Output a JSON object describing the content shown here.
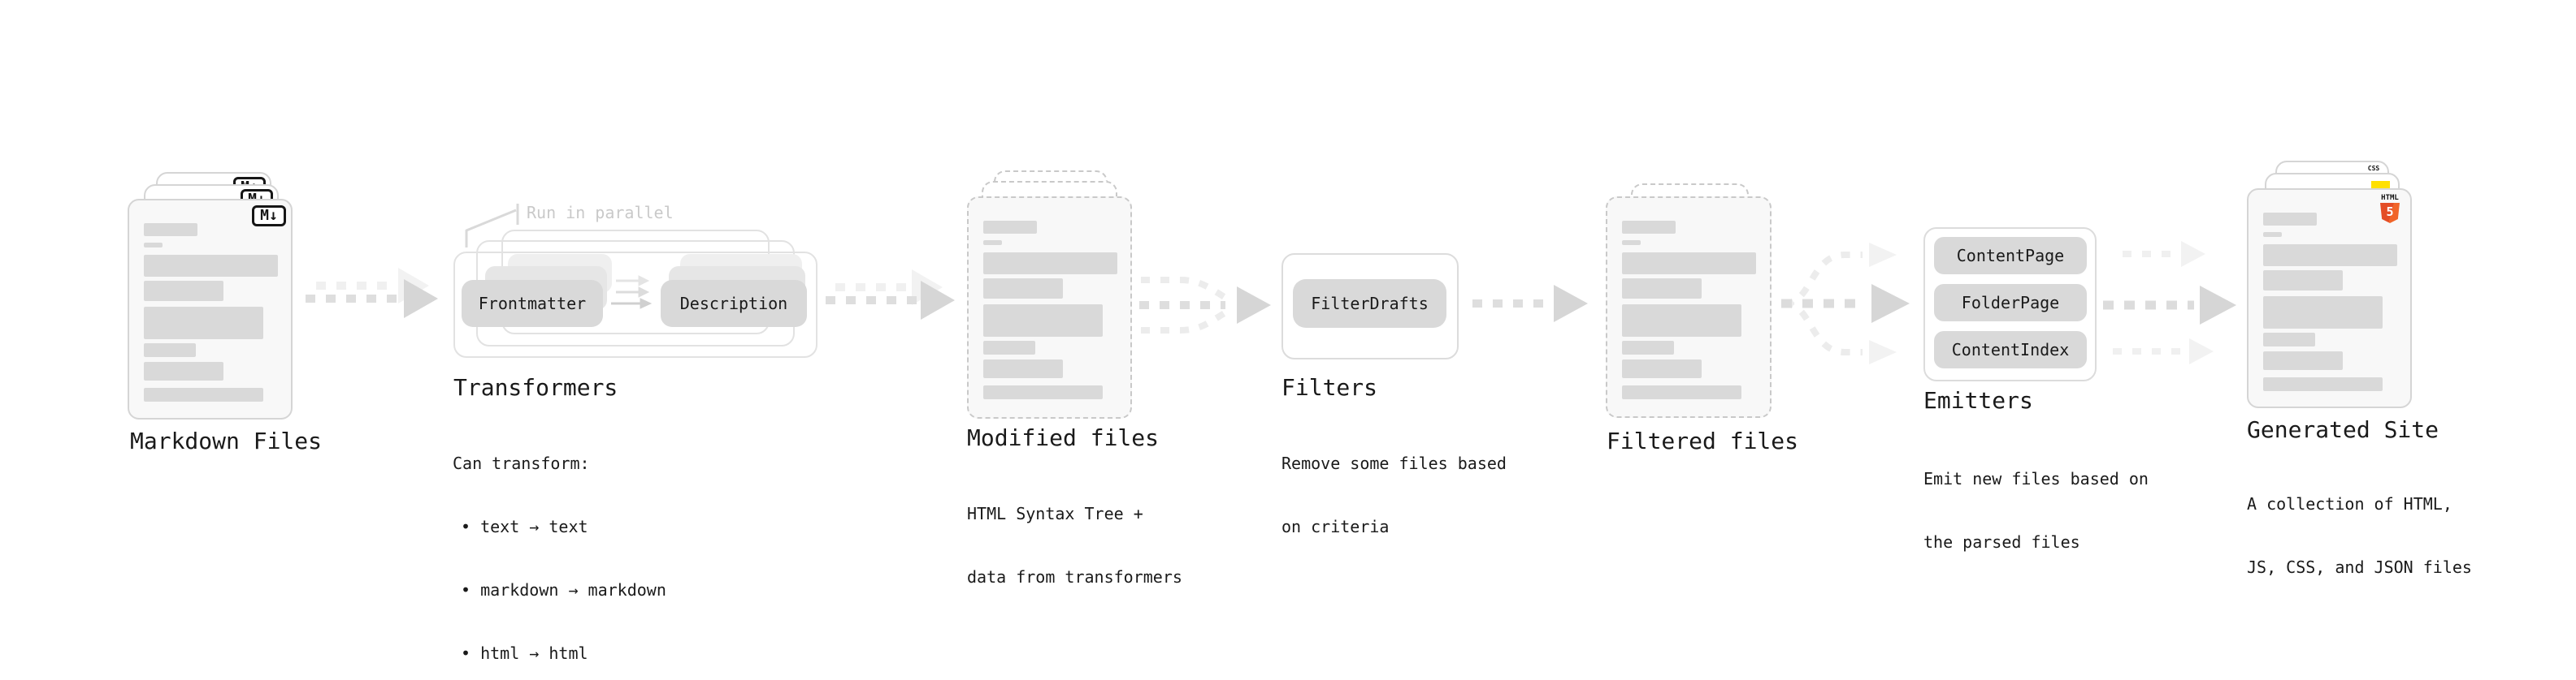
{
  "colors": {
    "background": "#ffffff",
    "card_fill": "#f8f8f8",
    "card_border": "#d5d5d5",
    "dashed_border": "#c9c9c9",
    "placeholder_bar": "#d9d9d9",
    "chip_fill": "#d9d9d9",
    "panel_border": "#dcdcdc",
    "arrow_main": "#d9d9d9",
    "arrow_light": "#f0f0f0",
    "text": "#1a1a1a",
    "annotation_muted": "#c9c9c9",
    "markdown_icon_ink": "#161616",
    "html5_orange": "#e44d26",
    "js_yellow": "#ffe000",
    "css_blue": "#2f6df0"
  },
  "icons": {
    "markdown_badge": "M↓",
    "html5_wordmark": "HTML",
    "html5_numeral": "5",
    "css_wordmark": "CSS"
  },
  "stages": {
    "markdown": {
      "label": "Markdown Files"
    },
    "transformers": {
      "label": "Transformers",
      "annotation": "Run in parallel",
      "chips": {
        "frontmatter": "Frontmatter",
        "description": "Description"
      },
      "desc_heading": "Can transform:",
      "bullets": {
        "b1": "• text → text",
        "b2": "• markdown → markdown",
        "b3": "• html → html"
      }
    },
    "modified": {
      "label": "Modified files",
      "desc_line1": "HTML Syntax Tree +",
      "desc_line2": "data from transformers"
    },
    "filters": {
      "label": "Filters",
      "chip": "FilterDrafts",
      "desc_line1": "Remove some files based",
      "desc_line2": "on criteria"
    },
    "filtered": {
      "label": "Filtered files"
    },
    "emitters": {
      "label": "Emitters",
      "chips": {
        "c1": "ContentPage",
        "c2": "FolderPage",
        "c3": "ContentIndex"
      },
      "desc_line1": "Emit new files based on",
      "desc_line2": "the parsed files"
    },
    "generated": {
      "label": "Generated Site",
      "desc_line1": "A collection of HTML,",
      "desc_line2": "JS, CSS, and JSON files"
    }
  }
}
